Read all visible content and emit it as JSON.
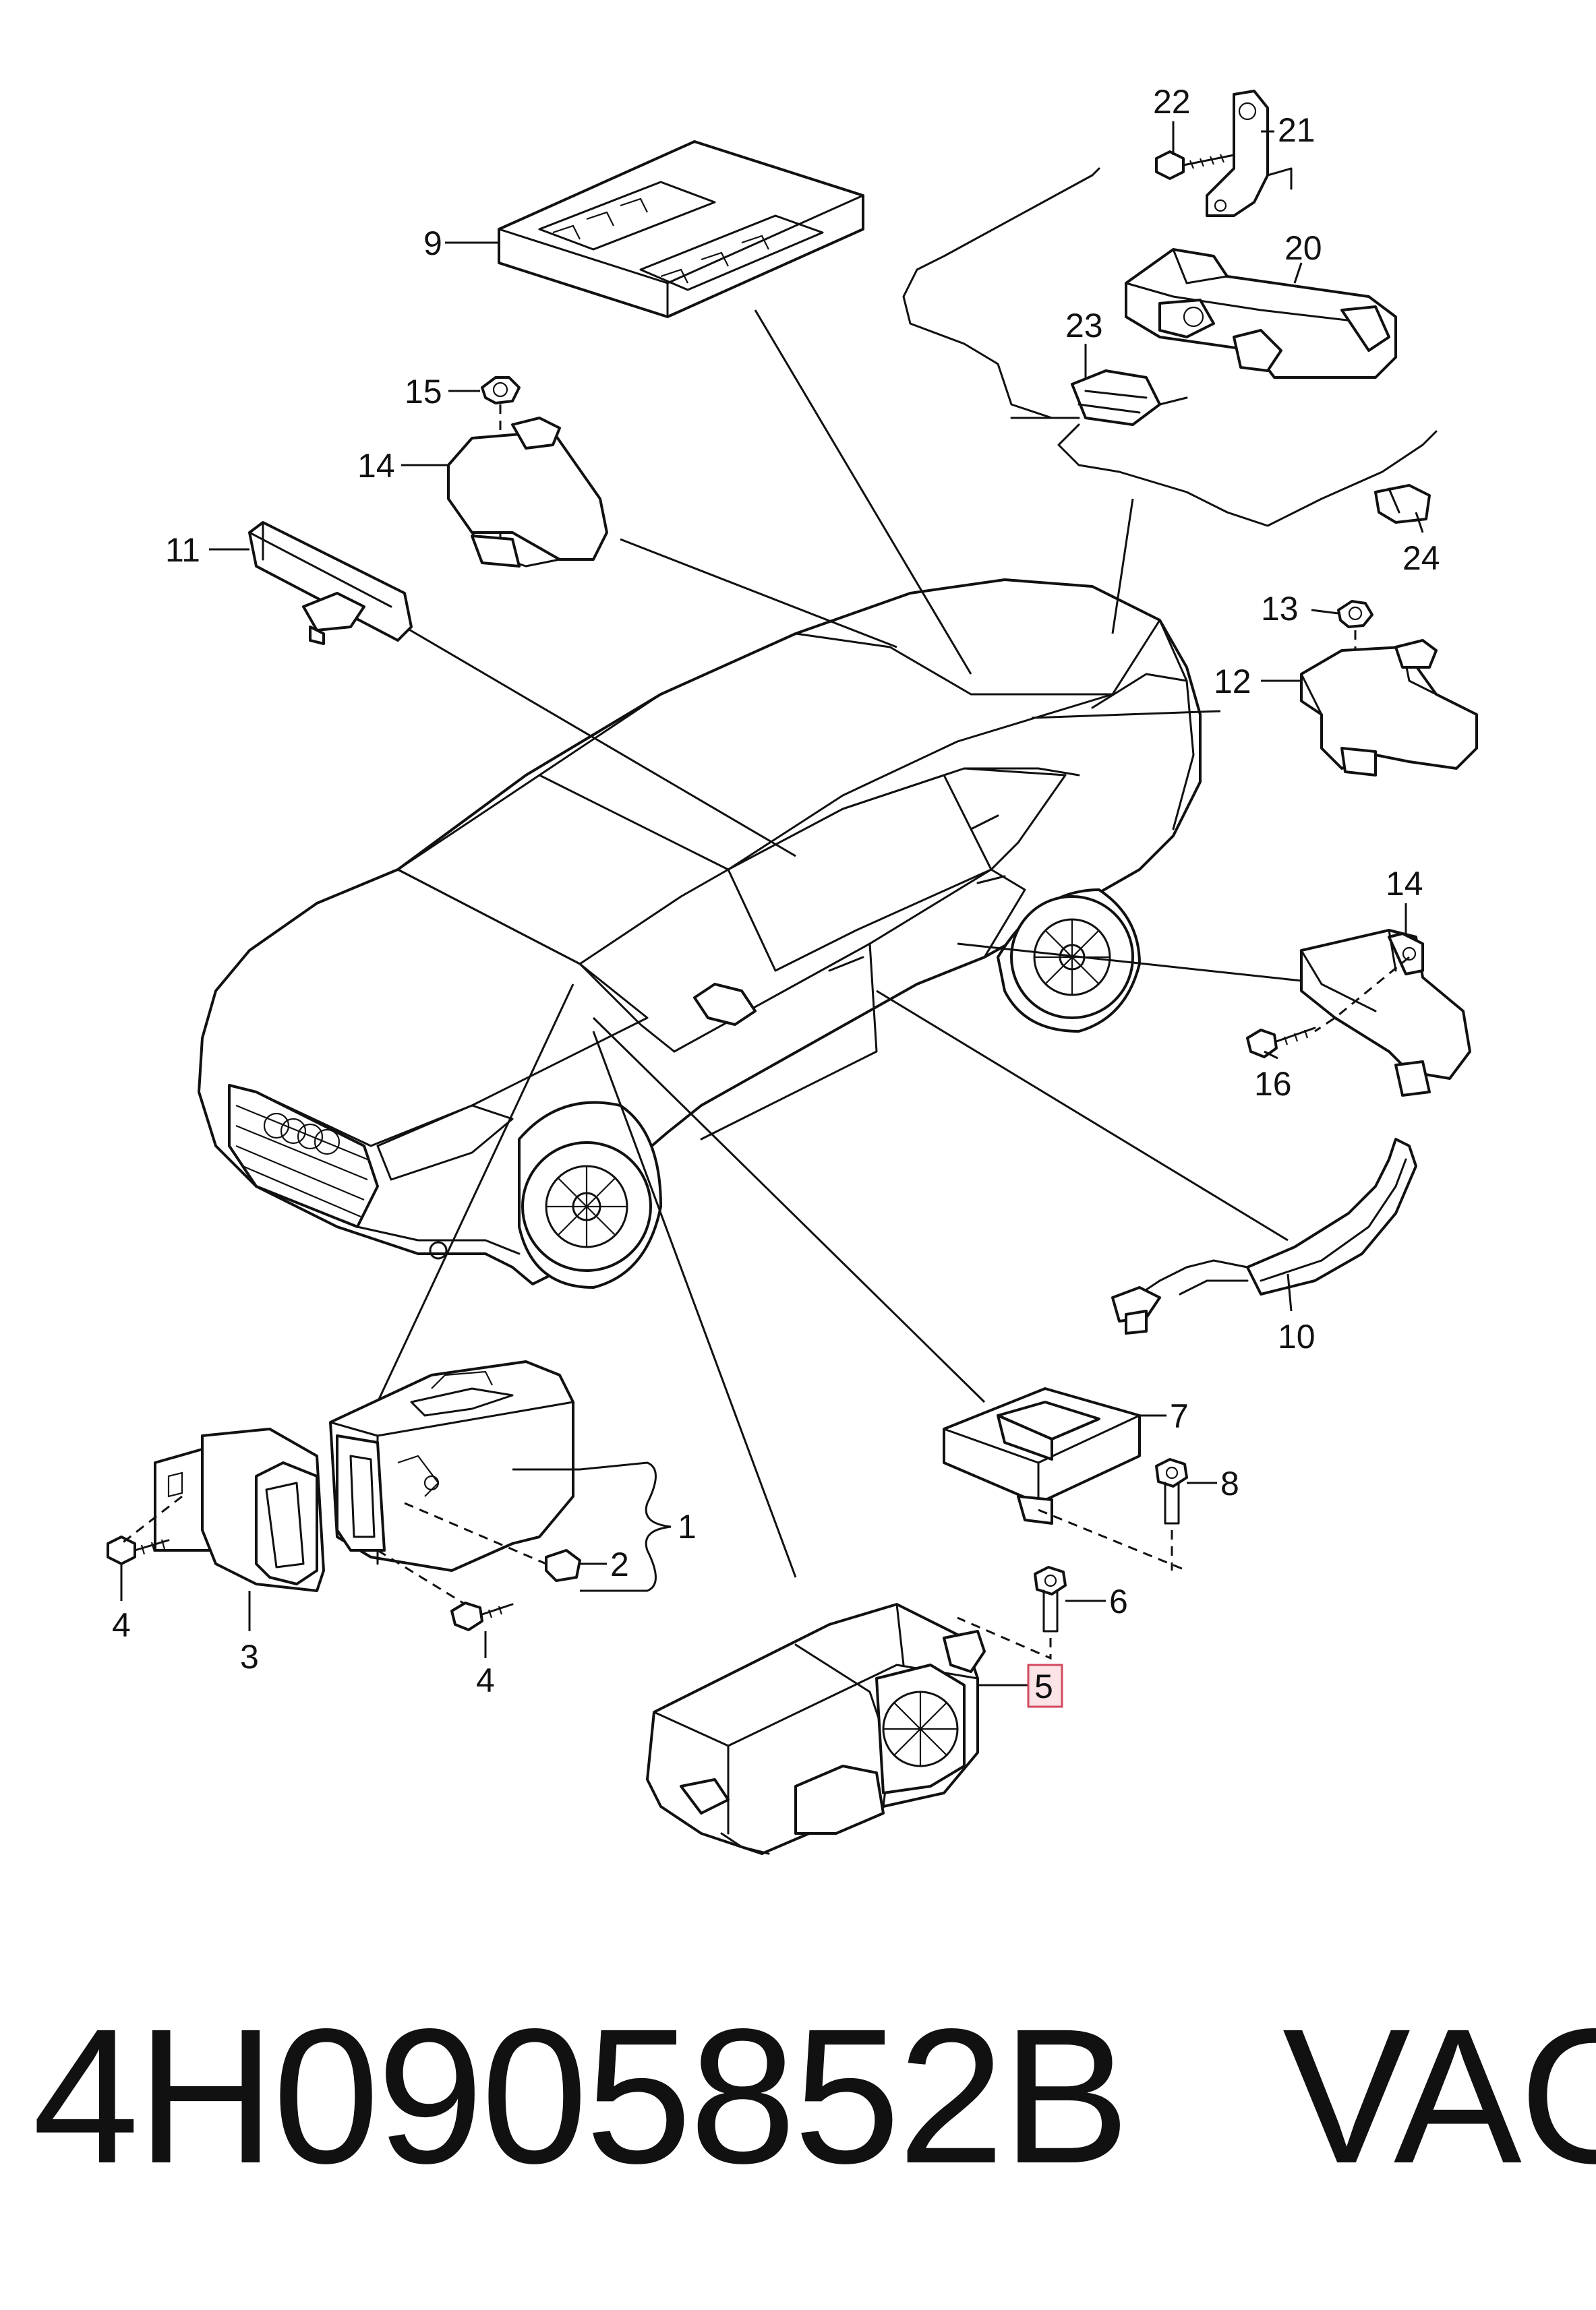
{
  "diagram": {
    "callouts": {
      "c1": "1",
      "c2": "2",
      "c3": "3",
      "c4a": "4",
      "c4b": "4",
      "c5": "5",
      "c6": "6",
      "c7": "7",
      "c8": "8",
      "c9": "9",
      "c10": "10",
      "c11": "11",
      "c12": "12",
      "c13": "13",
      "c14a": "14",
      "c14b": "14",
      "c15": "15",
      "c16": "16",
      "c20": "20",
      "c21": "21",
      "c22": "22",
      "c23": "23",
      "c24": "24"
    },
    "highlighted_callout": "5",
    "highlight_color": "#d24a5f"
  },
  "caption": {
    "part_number": "4H0905852B",
    "brand": "VAG"
  }
}
